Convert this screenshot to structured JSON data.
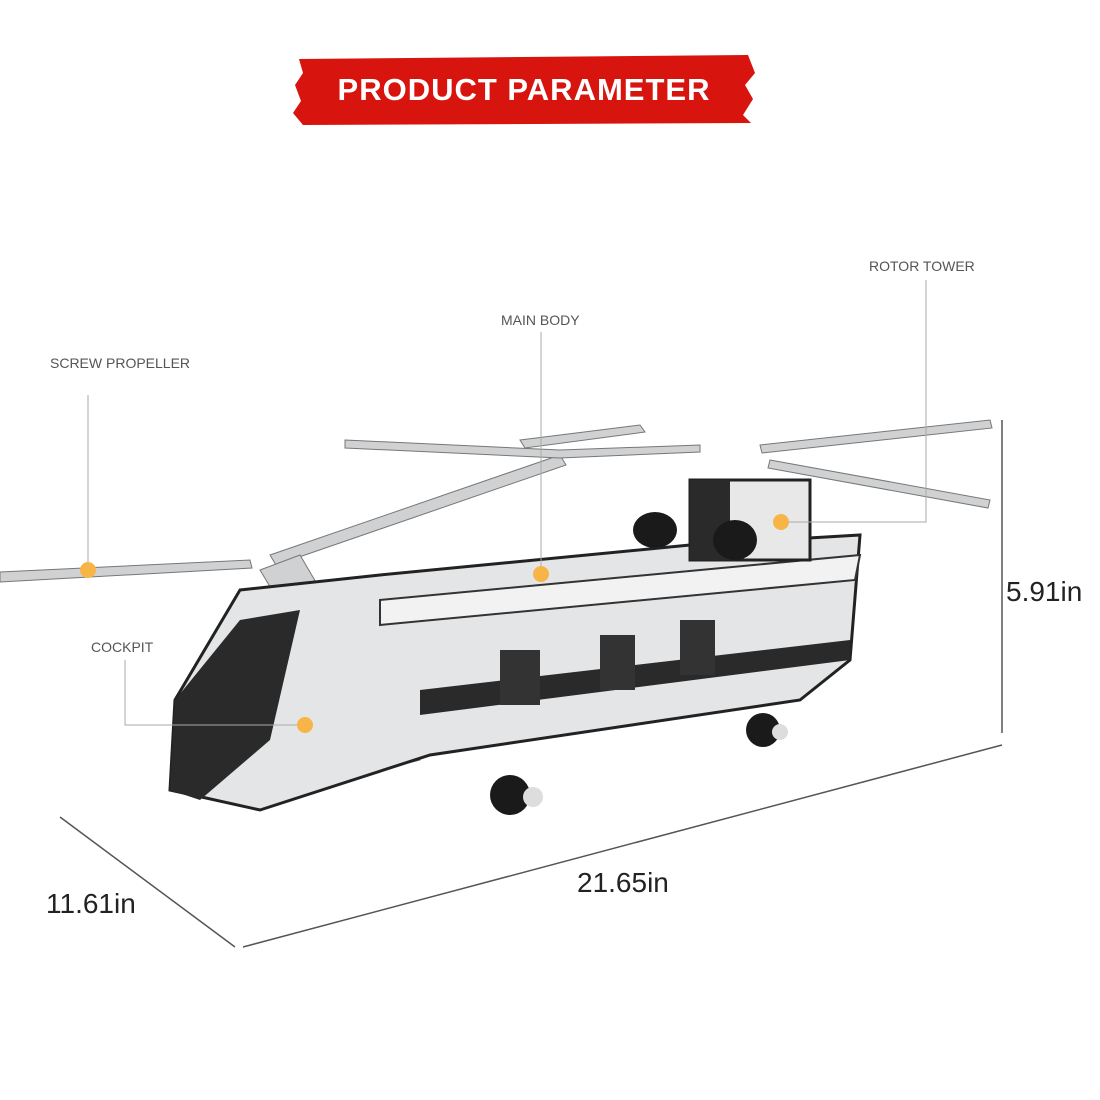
{
  "banner": {
    "title": "PRODUCT PARAMETER",
    "color": "#d7140e"
  },
  "parts": {
    "screw_propeller": "SCREW PROPELLER",
    "main_body": "MAIN BODY",
    "rotor_tower": "ROTOR TOWER",
    "cockpit": "COCKPIT"
  },
  "dimensions": {
    "height": "5.91in",
    "length": "21.65in",
    "width": "11.61in"
  },
  "colors": {
    "marker": "#f7b548",
    "metal": "#c9cbcd",
    "dark": "#1c1c1c"
  }
}
